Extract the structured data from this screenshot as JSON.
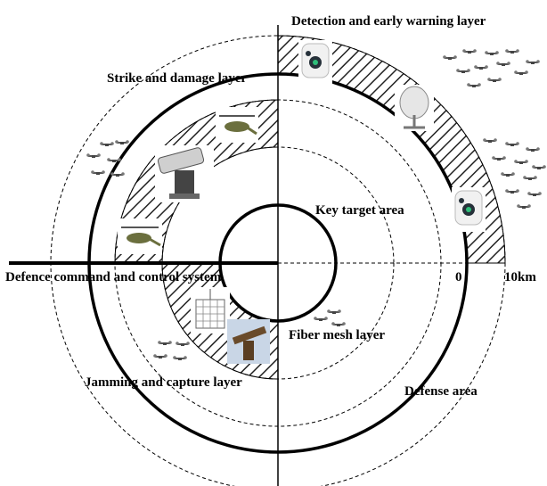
{
  "labels": {
    "detection_layer": "Detection and early warning layer",
    "strike_layer": "Strike and damage layer",
    "key_target": "Key target area",
    "command_system": "Defence command and control system",
    "scale_zero": "0",
    "scale_ten": "10km",
    "fiber_mesh": "Fiber mesh layer",
    "jamming_layer": "Jamming and capture layer",
    "defense_area": "Defense area"
  },
  "colors": {
    "line": "#000000",
    "hatch": "#222222",
    "background": "#ffffff"
  }
}
